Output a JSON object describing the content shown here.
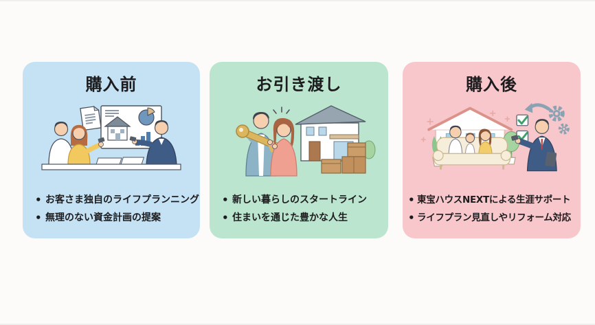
{
  "page": {
    "background": "#fcfbf9",
    "text_color": "#1c1c1e"
  },
  "cards": [
    {
      "id": "before-purchase",
      "title": "購入前",
      "bg": "#c5e1f4",
      "illustration": "consultation-meeting-illustration",
      "bullets": [
        "お客さま独自のライフプランニング",
        "無理のない資金計画の提案"
      ]
    },
    {
      "id": "handover",
      "title": "お引き渡し",
      "bg": "#bce5cf",
      "illustration": "key-handover-illustration",
      "bullets": [
        "新しい暮らしのスタートライン",
        "住まいを通じた豊かな人生"
      ]
    },
    {
      "id": "after-purchase",
      "title": "購入後",
      "bg": "#f7c7cb",
      "illustration": "family-aftercare-illustration",
      "bullets": [
        "東宝ハウスNEXTによる生涯サポート",
        "ライフプラン見直しやリフォーム対応"
      ]
    }
  ]
}
